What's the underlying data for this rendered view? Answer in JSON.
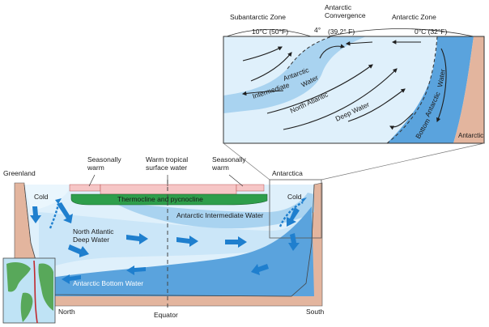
{
  "inset": {
    "zones": {
      "subantarctic": "Subantarctic Zone",
      "convergence_l1": "Antarctic",
      "convergence_l2": "Convergence",
      "antarctic": "Antarctic Zone"
    },
    "temps": {
      "t10": "10°C (50°F)",
      "t4": "4°",
      "t39": "(39.2° F)",
      "t0": "0°C (32°F)"
    },
    "water_labels": {
      "aiw_1": "Antarctic",
      "aiw_2": "Intermediate",
      "aiw_3": "Water",
      "nadw_1": "North Atlantic",
      "nadw_2": "Deep Water",
      "abw_1": "Antarctic",
      "abw_2": "Bottom",
      "abw_3": "Water"
    },
    "land": "Antarctica"
  },
  "main": {
    "greenland": "Greenland",
    "antarctica": "Antarctica",
    "seasonally_warm_l1": "Seasonally",
    "seasonally_warm_l2": "warm",
    "warm_tropical_l1": "Warm tropical",
    "warm_tropical_l2": "surface water",
    "thermocline": "Thermocline and pycnocline",
    "cold": "Cold",
    "aiw": "Antarctic Intermediate Water",
    "nadw_l1": "North Atlantic",
    "nadw_l2": "Deep Water",
    "abw": "Antarctic Bottom Water",
    "north": "North",
    "equator": "Equator",
    "south": "South"
  },
  "colors": {
    "surface_pink": "#f6c6c6",
    "thermocline_green": "#2e9e4b",
    "light_water": "#dff0fb",
    "mid_water": "#a9d3f0",
    "deep_water": "#5aa3dd",
    "arrow_blue": "#1f7fce",
    "seabed": "#e3b59e"
  }
}
